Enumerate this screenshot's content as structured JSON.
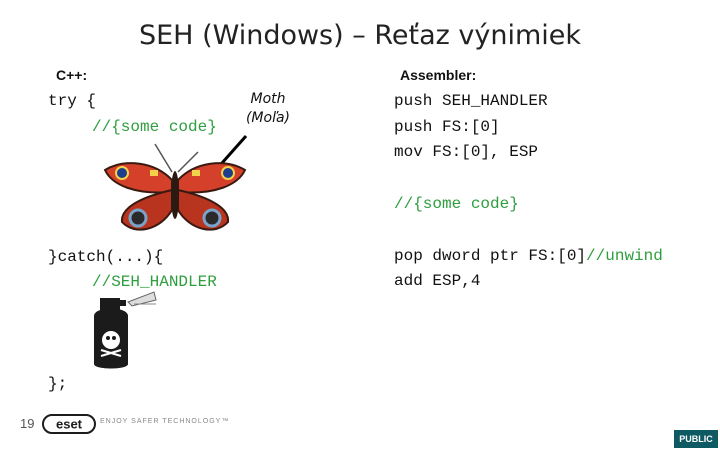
{
  "slide": {
    "title": "SEH (Windows) – Reťaz výnimiek",
    "page_number": "19"
  },
  "left": {
    "label": "C++:",
    "try_line": "try {",
    "comment_line": "//{some code}",
    "catch_line": "}catch(...){",
    "handler_line": "//SEH_HANDLER",
    "close_line": "};"
  },
  "moth_label": {
    "english": "Moth",
    "slovak": "(Moľa)"
  },
  "right": {
    "label": "Assembler:",
    "lines": [
      "push SEH_HANDLER",
      "push FS:[0]",
      "mov FS:[0], ESP"
    ],
    "comment": "//{some code}",
    "unwind_code": "pop dword ptr FS:[0]",
    "unwind_comment": "//unwind",
    "last_line": "add ESP,4"
  },
  "footer": {
    "logo_text": "eset",
    "tagline": "ENJOY SAFER TECHNOLOGY™",
    "badge": "PUBLIC"
  },
  "colors": {
    "comment_green": "#2e9e3e",
    "wing_red": "#d4402a",
    "badge_bg": "#0e5a62"
  }
}
